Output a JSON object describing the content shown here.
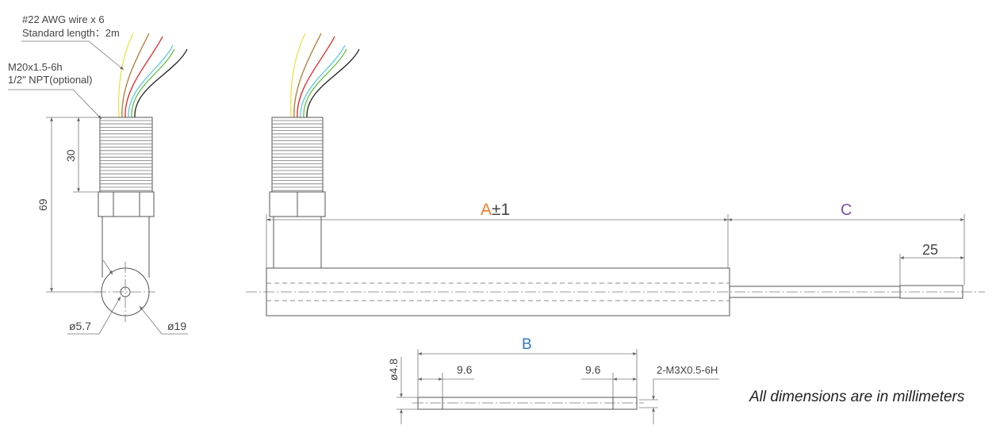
{
  "callouts": {
    "wire_line1": "#22 AWG wire x 6",
    "wire_line2": "Standard length：2m",
    "thread_line1": "M20x1.5-6h",
    "thread_line2": "1/2\" NPT(optional)"
  },
  "dimensions": {
    "total_height": "69",
    "thread_length": "30",
    "inner_diameter": "ø5.7",
    "outer_diameter": "ø19",
    "a_letter": "A",
    "a_tolerance": "±1",
    "c": "C",
    "sleeve_length": "25",
    "b": "B",
    "left_thread_depth": "9.6",
    "right_thread_depth": "9.6",
    "rod_diameter": "ø4.8",
    "rod_thread": "2-M3X0.5-6H"
  },
  "note": "All dimensions are in millimeters",
  "colors": {
    "a": "#f07c2c",
    "b": "#2e79c0",
    "c": "#7b4fa3",
    "wires": [
      "#ece24a",
      "#b07c32",
      "#e02424",
      "#5ccbdc",
      "#62c03f",
      "#222222"
    ]
  }
}
